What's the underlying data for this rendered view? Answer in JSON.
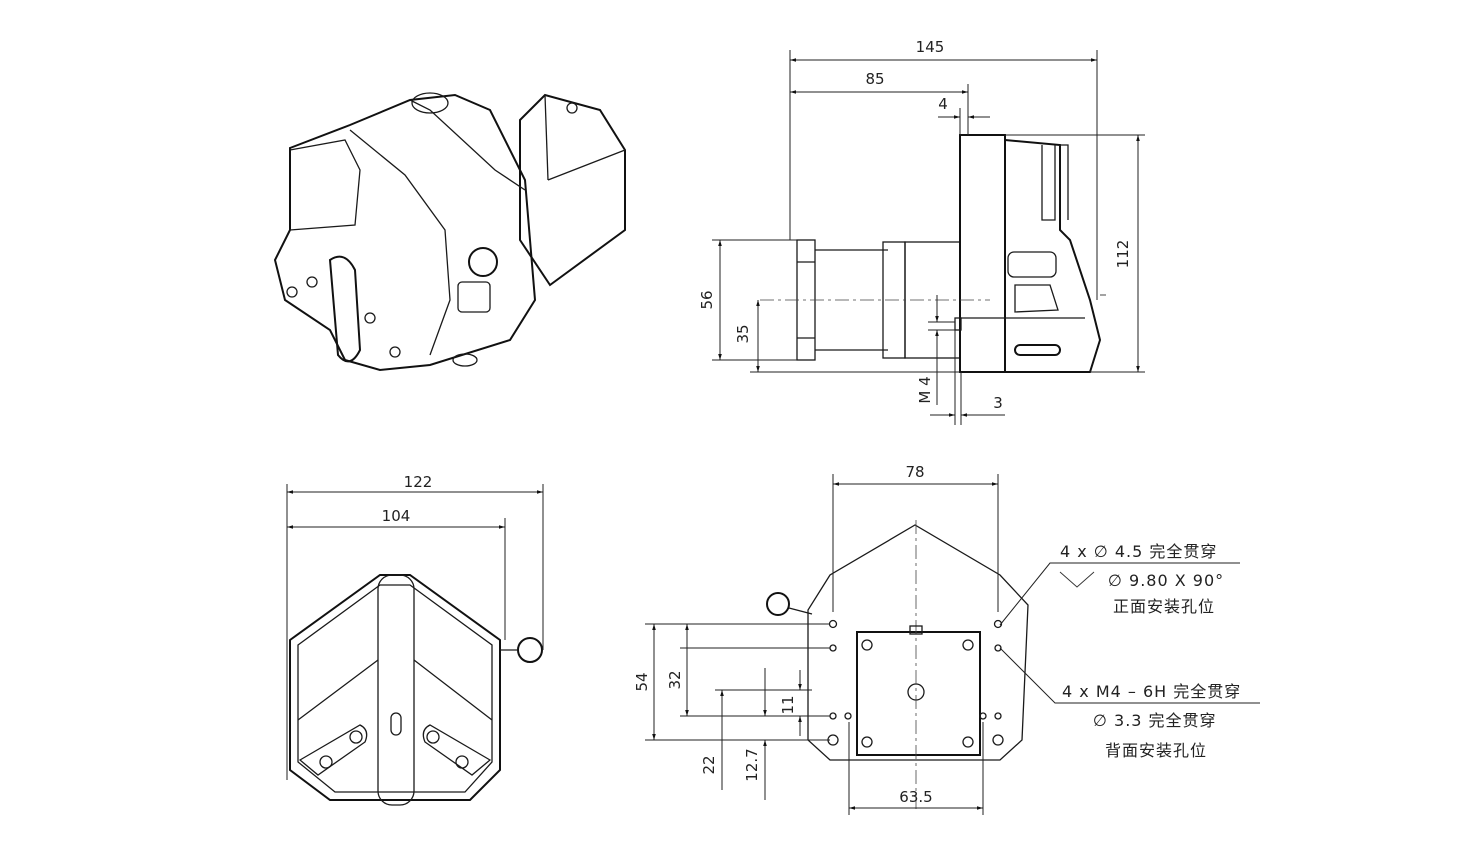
{
  "dimensions": {
    "side_view": {
      "overall_length": "145",
      "head_length": "85",
      "flange_offset": "4",
      "height": "112",
      "motor_square": "56",
      "shaft_height": "35",
      "thread": "M 4",
      "thread_depth": "3"
    },
    "front_view": {
      "overall_width": "122",
      "body_width": "104"
    },
    "rear_view": {
      "hole_span": "78",
      "motor_hole_span": "63.5",
      "height_54": "54",
      "height_32": "32",
      "height_11": "11",
      "height_22": "22",
      "height_12_7": "12.7"
    }
  },
  "notes": {
    "front_holes_line1": "4 x  ∅  4.5 完全贯穿",
    "front_holes_line2": "∅  9.80 X 90°",
    "front_holes_line3": "正面安装孔位",
    "rear_holes_line1": "4 x  M4 – 6H 完全贯穿",
    "rear_holes_line2": "∅ 3.3 完全贯穿",
    "rear_holes_line3": "背面安装孔位"
  }
}
